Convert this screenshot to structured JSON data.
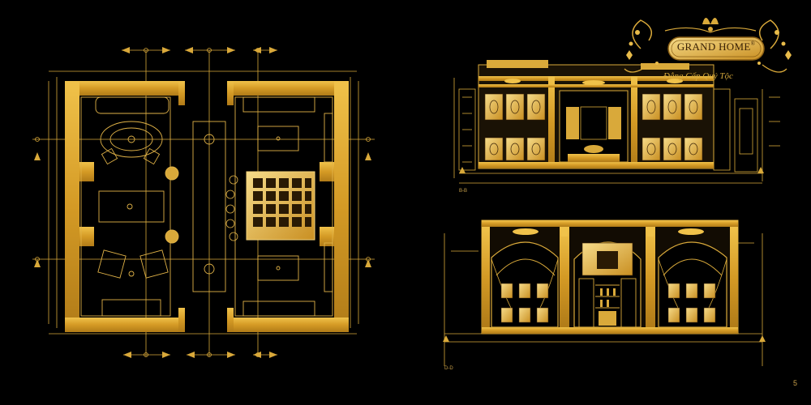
{
  "brand": {
    "name": "GRAND HOME",
    "registered": "®",
    "tagline": "Đẳng Cấp Quý Tộc"
  },
  "sections": {
    "elevation_b": "B-B",
    "elevation_d": "D-D"
  },
  "page": {
    "number": "5"
  },
  "colors": {
    "background": "#000000",
    "gold": "#d9a93a",
    "gold_dark": "#8a5f14",
    "line": "#e0b247"
  }
}
